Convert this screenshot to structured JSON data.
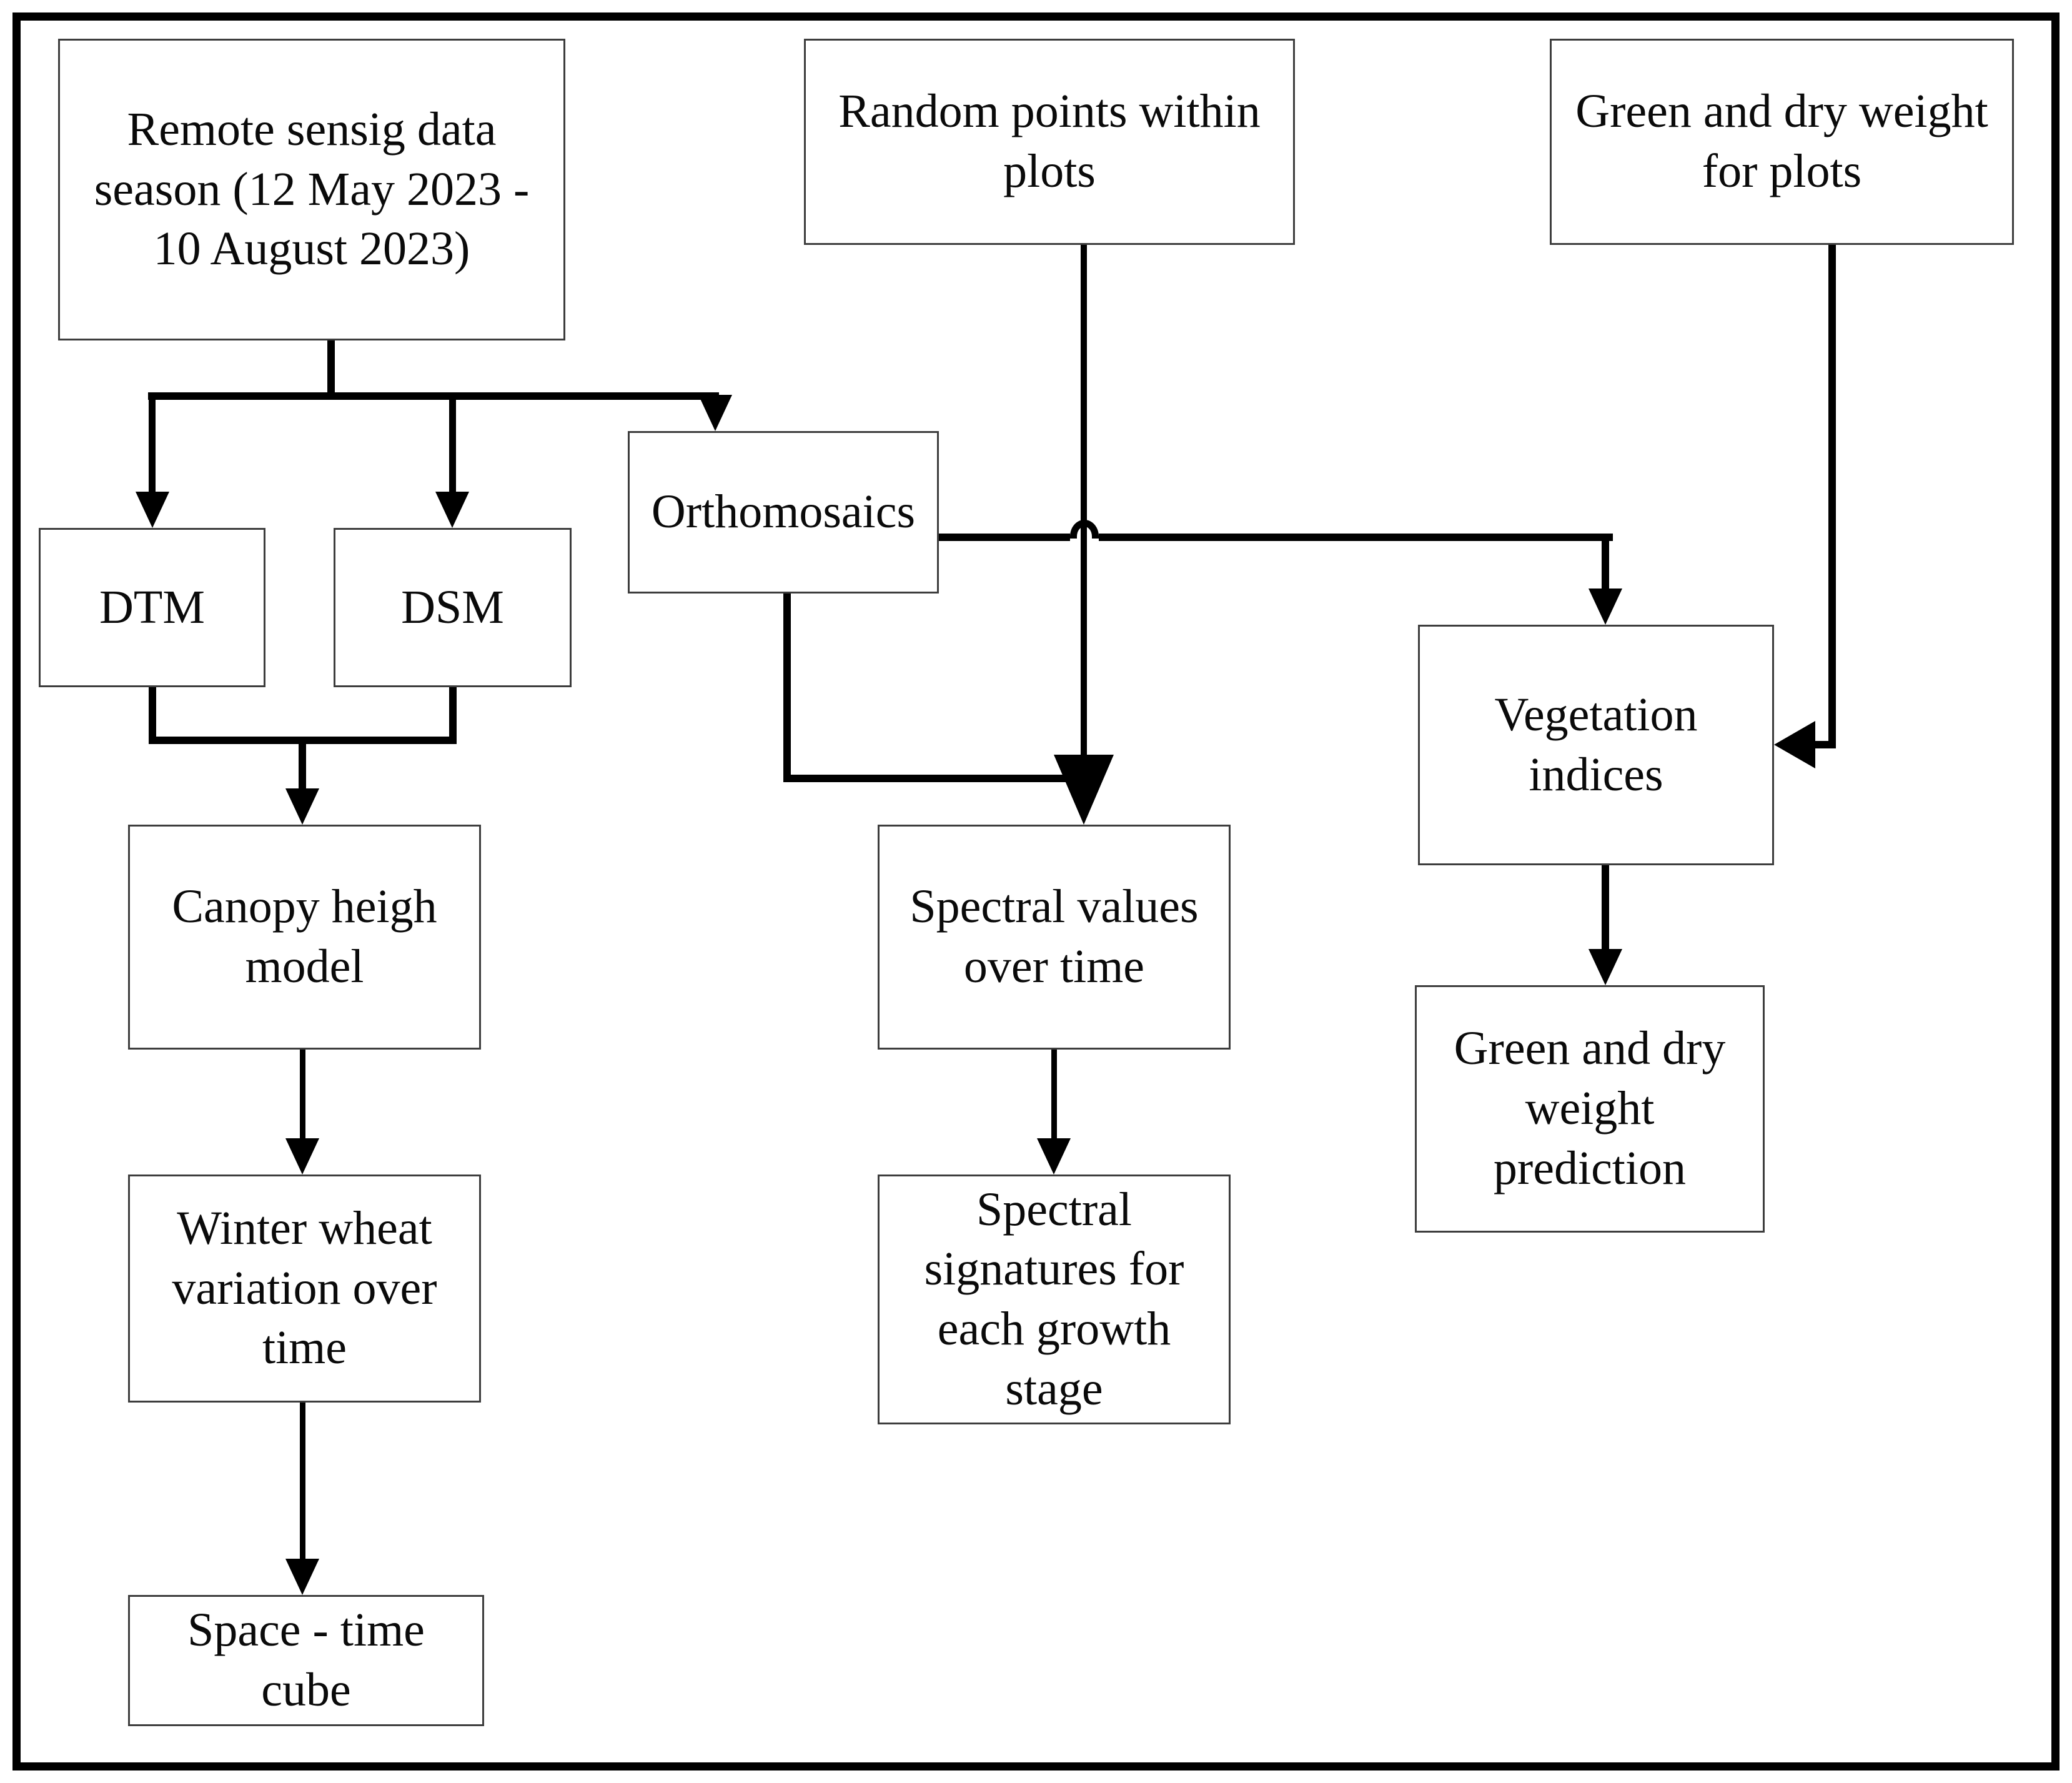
{
  "diagram": {
    "type": "flowchart",
    "colors": {
      "line": "#000000",
      "box_border": "#3d3d3d",
      "background": "#ffffff",
      "text": "#0a0a0a"
    },
    "nodes": [
      {
        "id": "remote-sensing-data",
        "lines": [
          "Remote sensig data",
          "season (12 May 2023 -",
          "10 August 2023)"
        ]
      },
      {
        "id": "random-points",
        "lines": [
          "Random points within",
          "plots"
        ]
      },
      {
        "id": "green-dry-weight-plots",
        "lines": [
          "Green and dry weight",
          "for plots"
        ]
      },
      {
        "id": "dtm",
        "lines": [
          "DTM"
        ]
      },
      {
        "id": "dsm",
        "lines": [
          "DSM"
        ]
      },
      {
        "id": "orthomosaics",
        "lines": [
          "Orthomosaics"
        ]
      },
      {
        "id": "vegetation-indices",
        "lines": [
          "Vegetation",
          "indices"
        ]
      },
      {
        "id": "canopy-height-model",
        "lines": [
          "Canopy heigh",
          "model"
        ]
      },
      {
        "id": "spectral-values",
        "lines": [
          "Spectral values",
          "over time"
        ]
      },
      {
        "id": "green-dry-weight-prediction",
        "lines": [
          "Green and dry",
          "weight",
          "prediction"
        ]
      },
      {
        "id": "winter-wheat-variation",
        "lines": [
          "Winter wheat",
          "variation over",
          "time"
        ]
      },
      {
        "id": "spectral-signatures",
        "lines": [
          "Spectral",
          "signatures for",
          "each growth",
          "stage"
        ]
      },
      {
        "id": "space-time-cube",
        "lines": [
          "Space - time",
          "cube"
        ]
      }
    ],
    "edges": [
      {
        "from": "remote-sensing-data",
        "to": "dtm"
      },
      {
        "from": "remote-sensing-data",
        "to": "dsm"
      },
      {
        "from": "remote-sensing-data",
        "to": "orthomosaics"
      },
      {
        "from": "dtm",
        "to": "canopy-height-model"
      },
      {
        "from": "dsm",
        "to": "canopy-height-model"
      },
      {
        "from": "canopy-height-model",
        "to": "winter-wheat-variation"
      },
      {
        "from": "winter-wheat-variation",
        "to": "space-time-cube"
      },
      {
        "from": "orthomosaics",
        "to": "vegetation-indices"
      },
      {
        "from": "orthomosaics",
        "to": "spectral-values"
      },
      {
        "from": "random-points",
        "to": "spectral-values"
      },
      {
        "from": "spectral-values",
        "to": "spectral-signatures"
      },
      {
        "from": "green-dry-weight-plots",
        "to": "vegetation-indices"
      },
      {
        "from": "vegetation-indices",
        "to": "green-dry-weight-prediction"
      }
    ]
  }
}
